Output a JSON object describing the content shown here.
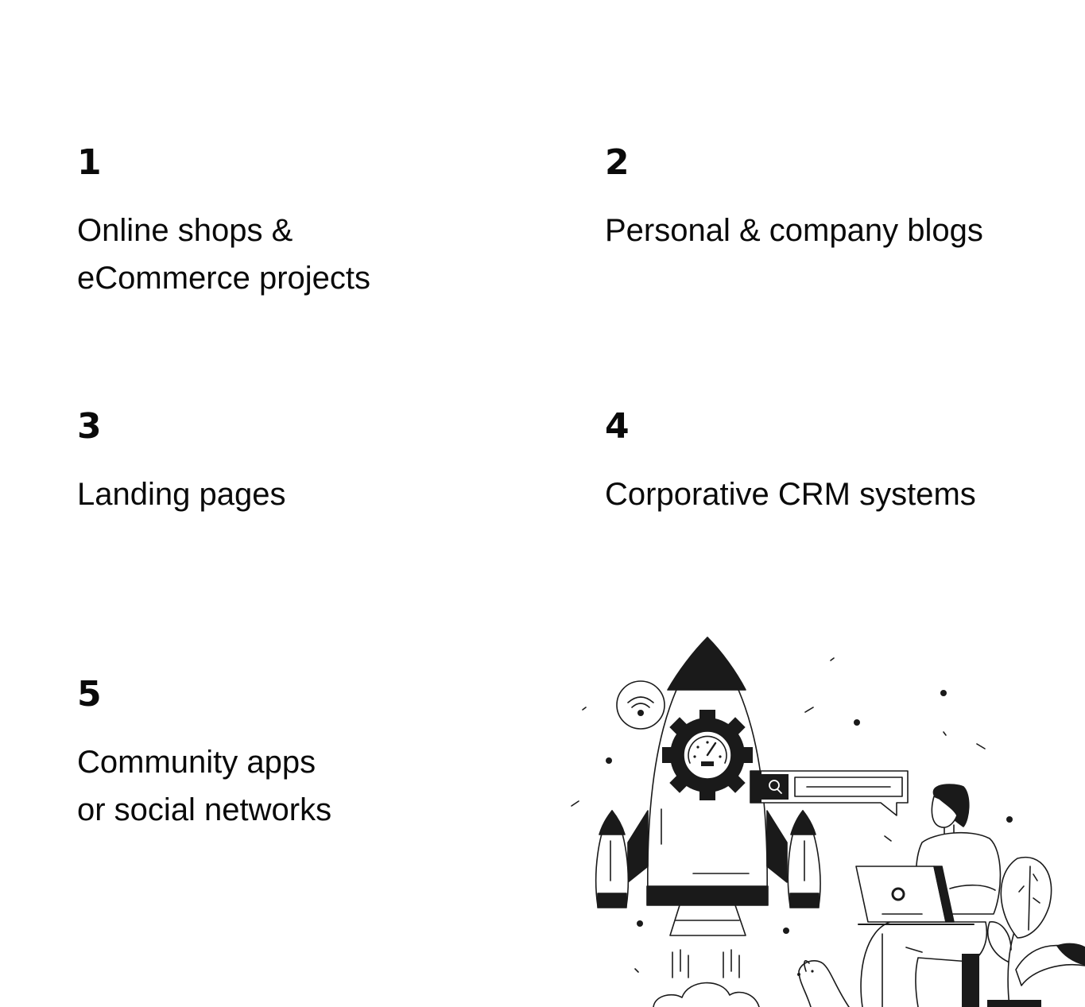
{
  "items": [
    {
      "number": "1",
      "label": "Online shops &\neCommerce projects"
    },
    {
      "number": "2",
      "label": "Personal & company blogs"
    },
    {
      "number": "3",
      "label": "Landing pages"
    },
    {
      "number": "4",
      "label": "Corporative CRM systems"
    },
    {
      "number": "5",
      "label": "Community apps\nor social networks"
    }
  ],
  "colors": {
    "text": "#0a0a0a",
    "background": "#ffffff",
    "illustration_ink": "#1a1a1a"
  },
  "illustration": {
    "icons": [
      "rocket-icon",
      "gear-icon",
      "speedometer-icon",
      "wifi-icon",
      "search-icon",
      "person-icon",
      "laptop-icon",
      "plant-icon",
      "dog-icon",
      "cloud-icon"
    ]
  }
}
